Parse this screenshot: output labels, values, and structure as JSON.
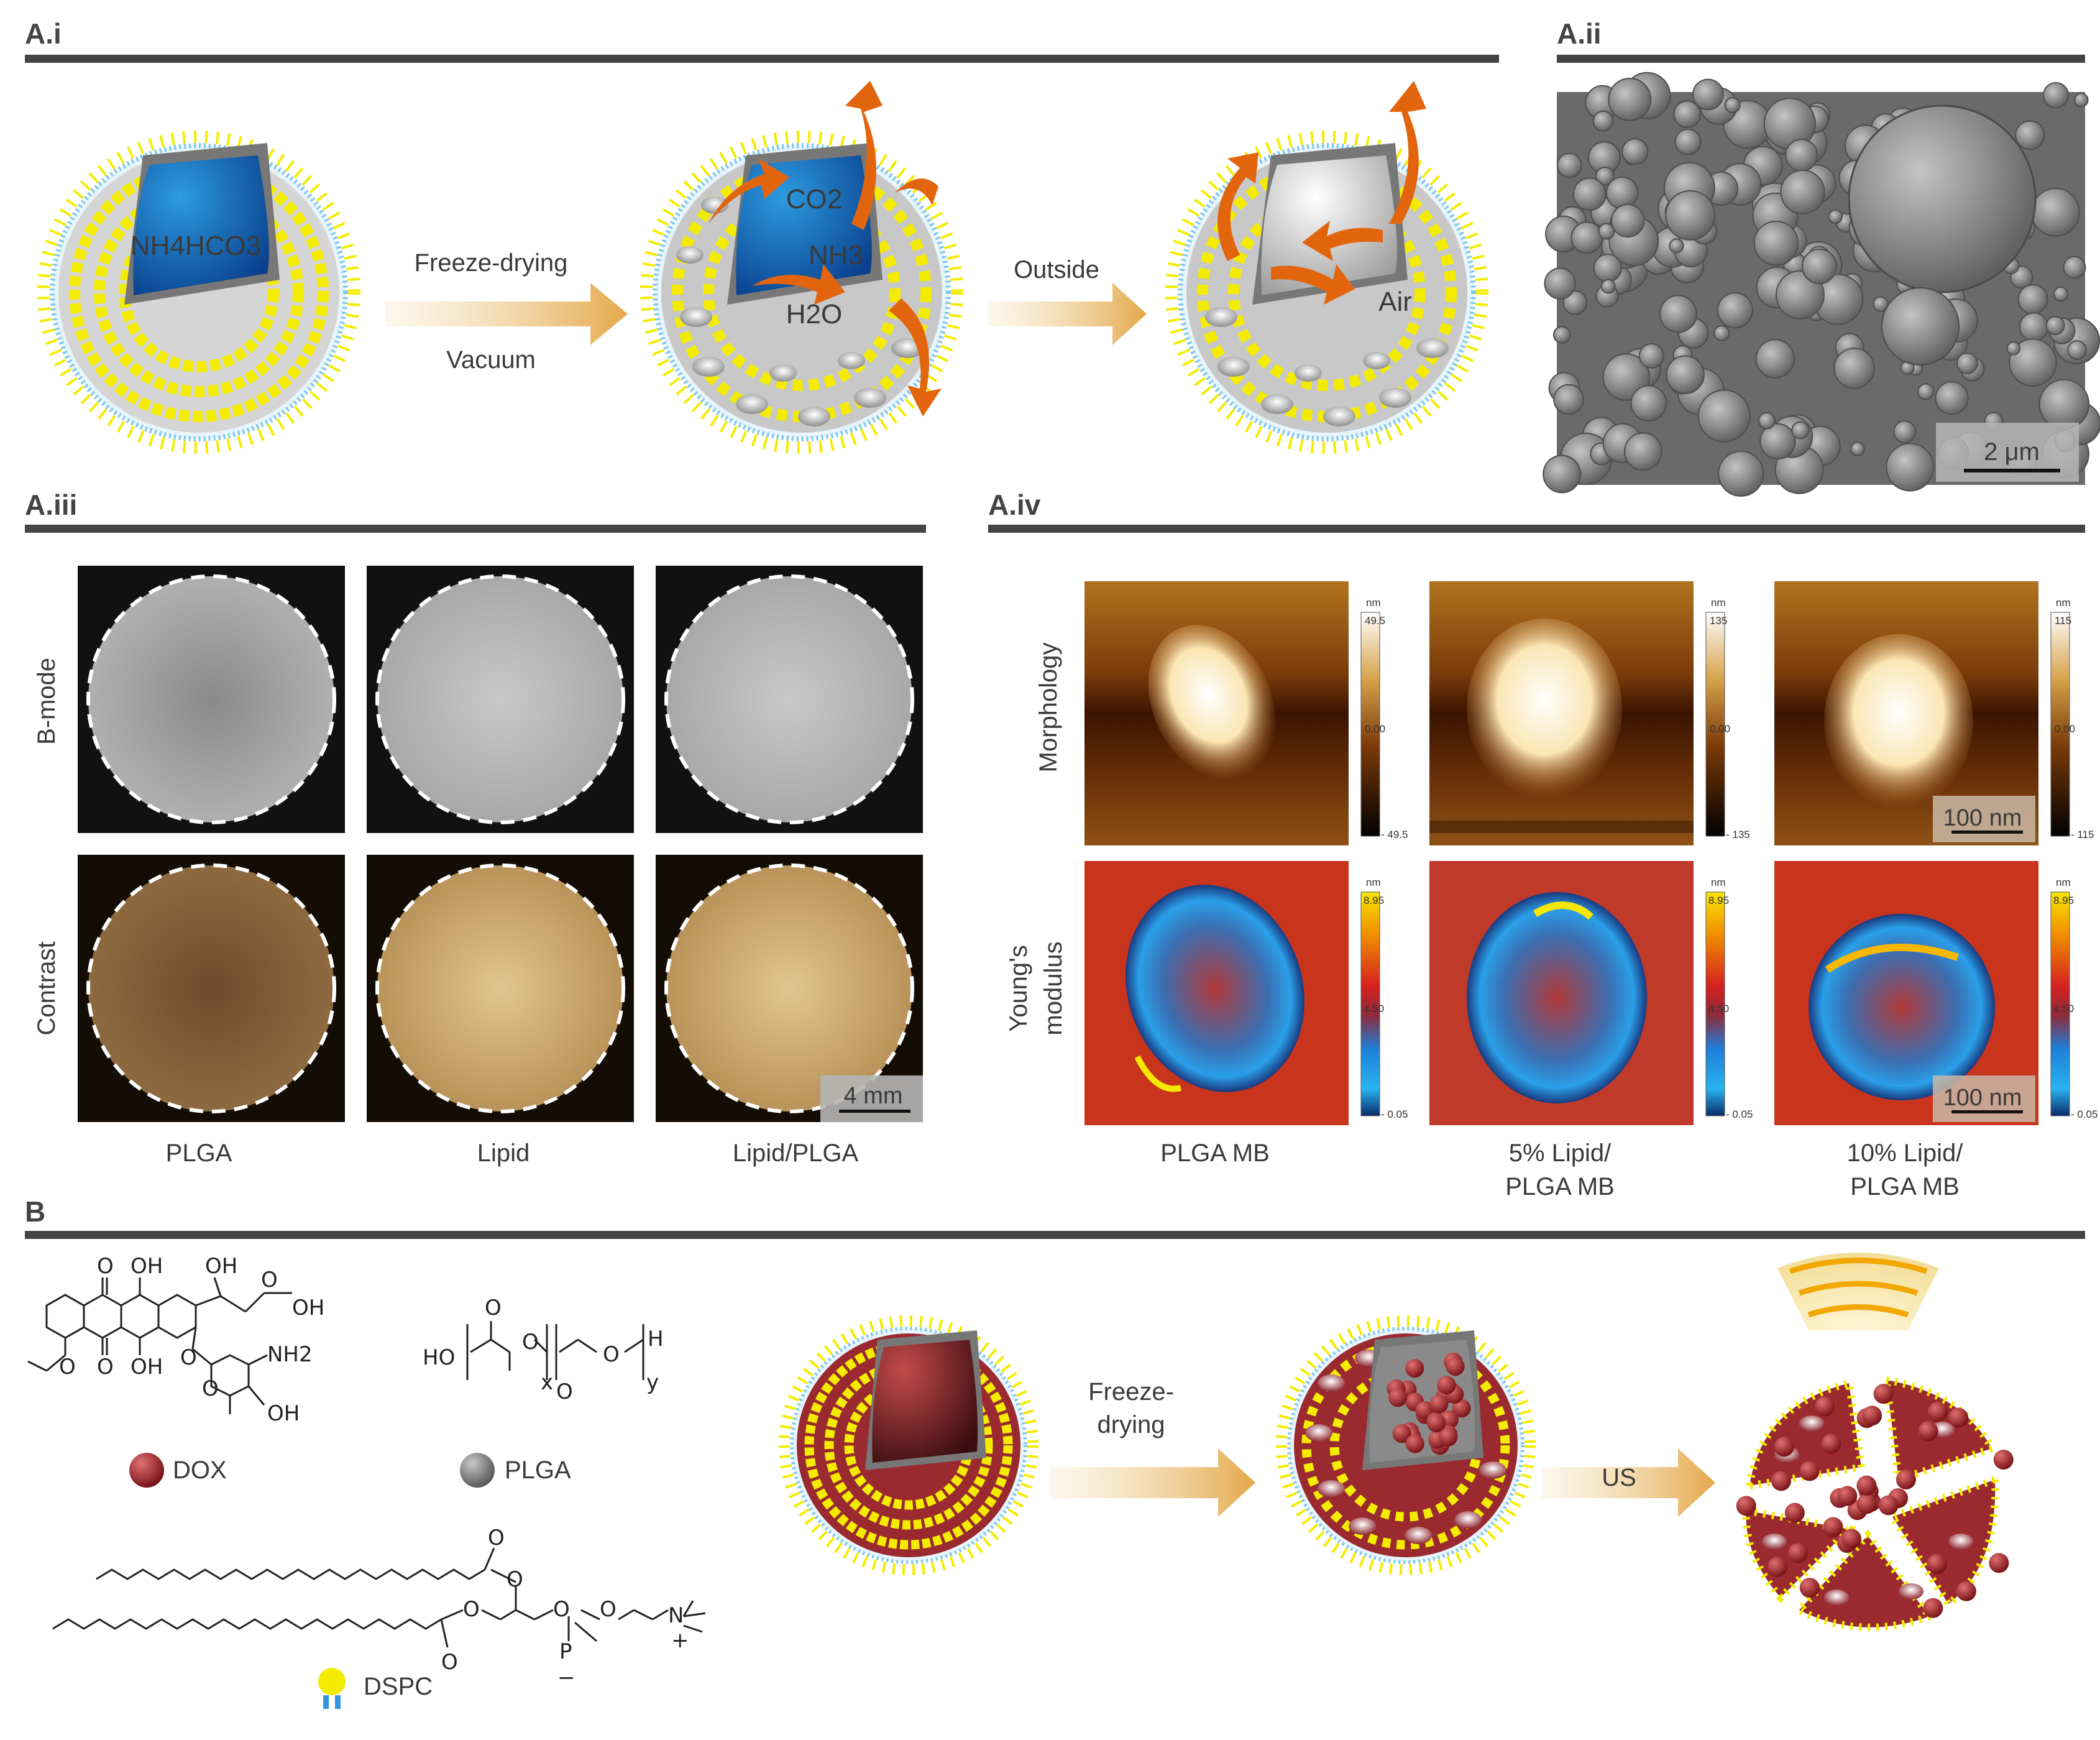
{
  "panels": {
    "a_i": {
      "title": "A.i",
      "step1_label_top": "Freeze-drying",
      "step1_label_bottom": "Vacuum",
      "step2_label": "Outside",
      "core1_label": "NH4HCO3",
      "gas_co2": "CO2",
      "gas_nh3": "NH3",
      "gas_h2o": "H2O",
      "air_label": "Air"
    },
    "a_ii": {
      "title": "A.ii",
      "scale_bar": "2 μm"
    },
    "a_iii": {
      "title": "A.iii",
      "rows": [
        "B-mode",
        "Contrast"
      ],
      "columns": [
        "PLGA",
        "Lipid",
        "Lipid/PLGA"
      ],
      "scale_bar": "4 mm"
    },
    "a_iv": {
      "title": "A.iv",
      "rows": [
        "Morphology",
        "Young's",
        "modulus"
      ],
      "columns": [
        {
          "line1": "PLGA MB",
          "line2": ""
        },
        {
          "line1": "5% Lipid/",
          "line2": "PLGA MB"
        },
        {
          "line1": "10% Lipid/",
          "line2": "PLGA MB"
        }
      ],
      "morph_scales": [
        {
          "unit": "nm",
          "max": "49.5",
          "mid": "0.00",
          "min": "- 49.5"
        },
        {
          "unit": "nm",
          "max": "135",
          "mid": "0.00",
          "min": "- 135"
        },
        {
          "unit": "nm",
          "max": "115",
          "mid": "0.00",
          "min": "- 115"
        }
      ],
      "modulus_scale": {
        "unit": "nm",
        "max": "8.95",
        "mid": "4.50",
        "min": "- 0.05"
      },
      "scale_bar": "100 nm"
    },
    "b": {
      "title": "B",
      "legend_dox": "DOX",
      "legend_plga": "PLGA",
      "legend_dspc": "DSPC",
      "step1_line1": "Freeze-",
      "step1_line2": "drying",
      "step2_label": "US",
      "dox_atoms": {
        "o1": "O",
        "oh1": "OH",
        "oh2": "OH",
        "o2": "O",
        "oh3": "OH",
        "o3": "O",
        "oh4": "OH",
        "o4": "O",
        "o5": "O",
        "nh2": "NH2",
        "oh5": "OH",
        "o6": "O"
      },
      "plga_atoms": {
        "ho": "HO",
        "o1": "O",
        "o2": "O",
        "o3": "O",
        "o4": "O",
        "h": "H",
        "x": "x",
        "y": "y"
      },
      "dspc_atoms": {
        "o1": "O",
        "o2": "O",
        "o3": "O",
        "o4": "O",
        "o5": "O",
        "o6": "O",
        "p": "P",
        "n": "N",
        "minus": "−",
        "plus": "+"
      }
    }
  }
}
